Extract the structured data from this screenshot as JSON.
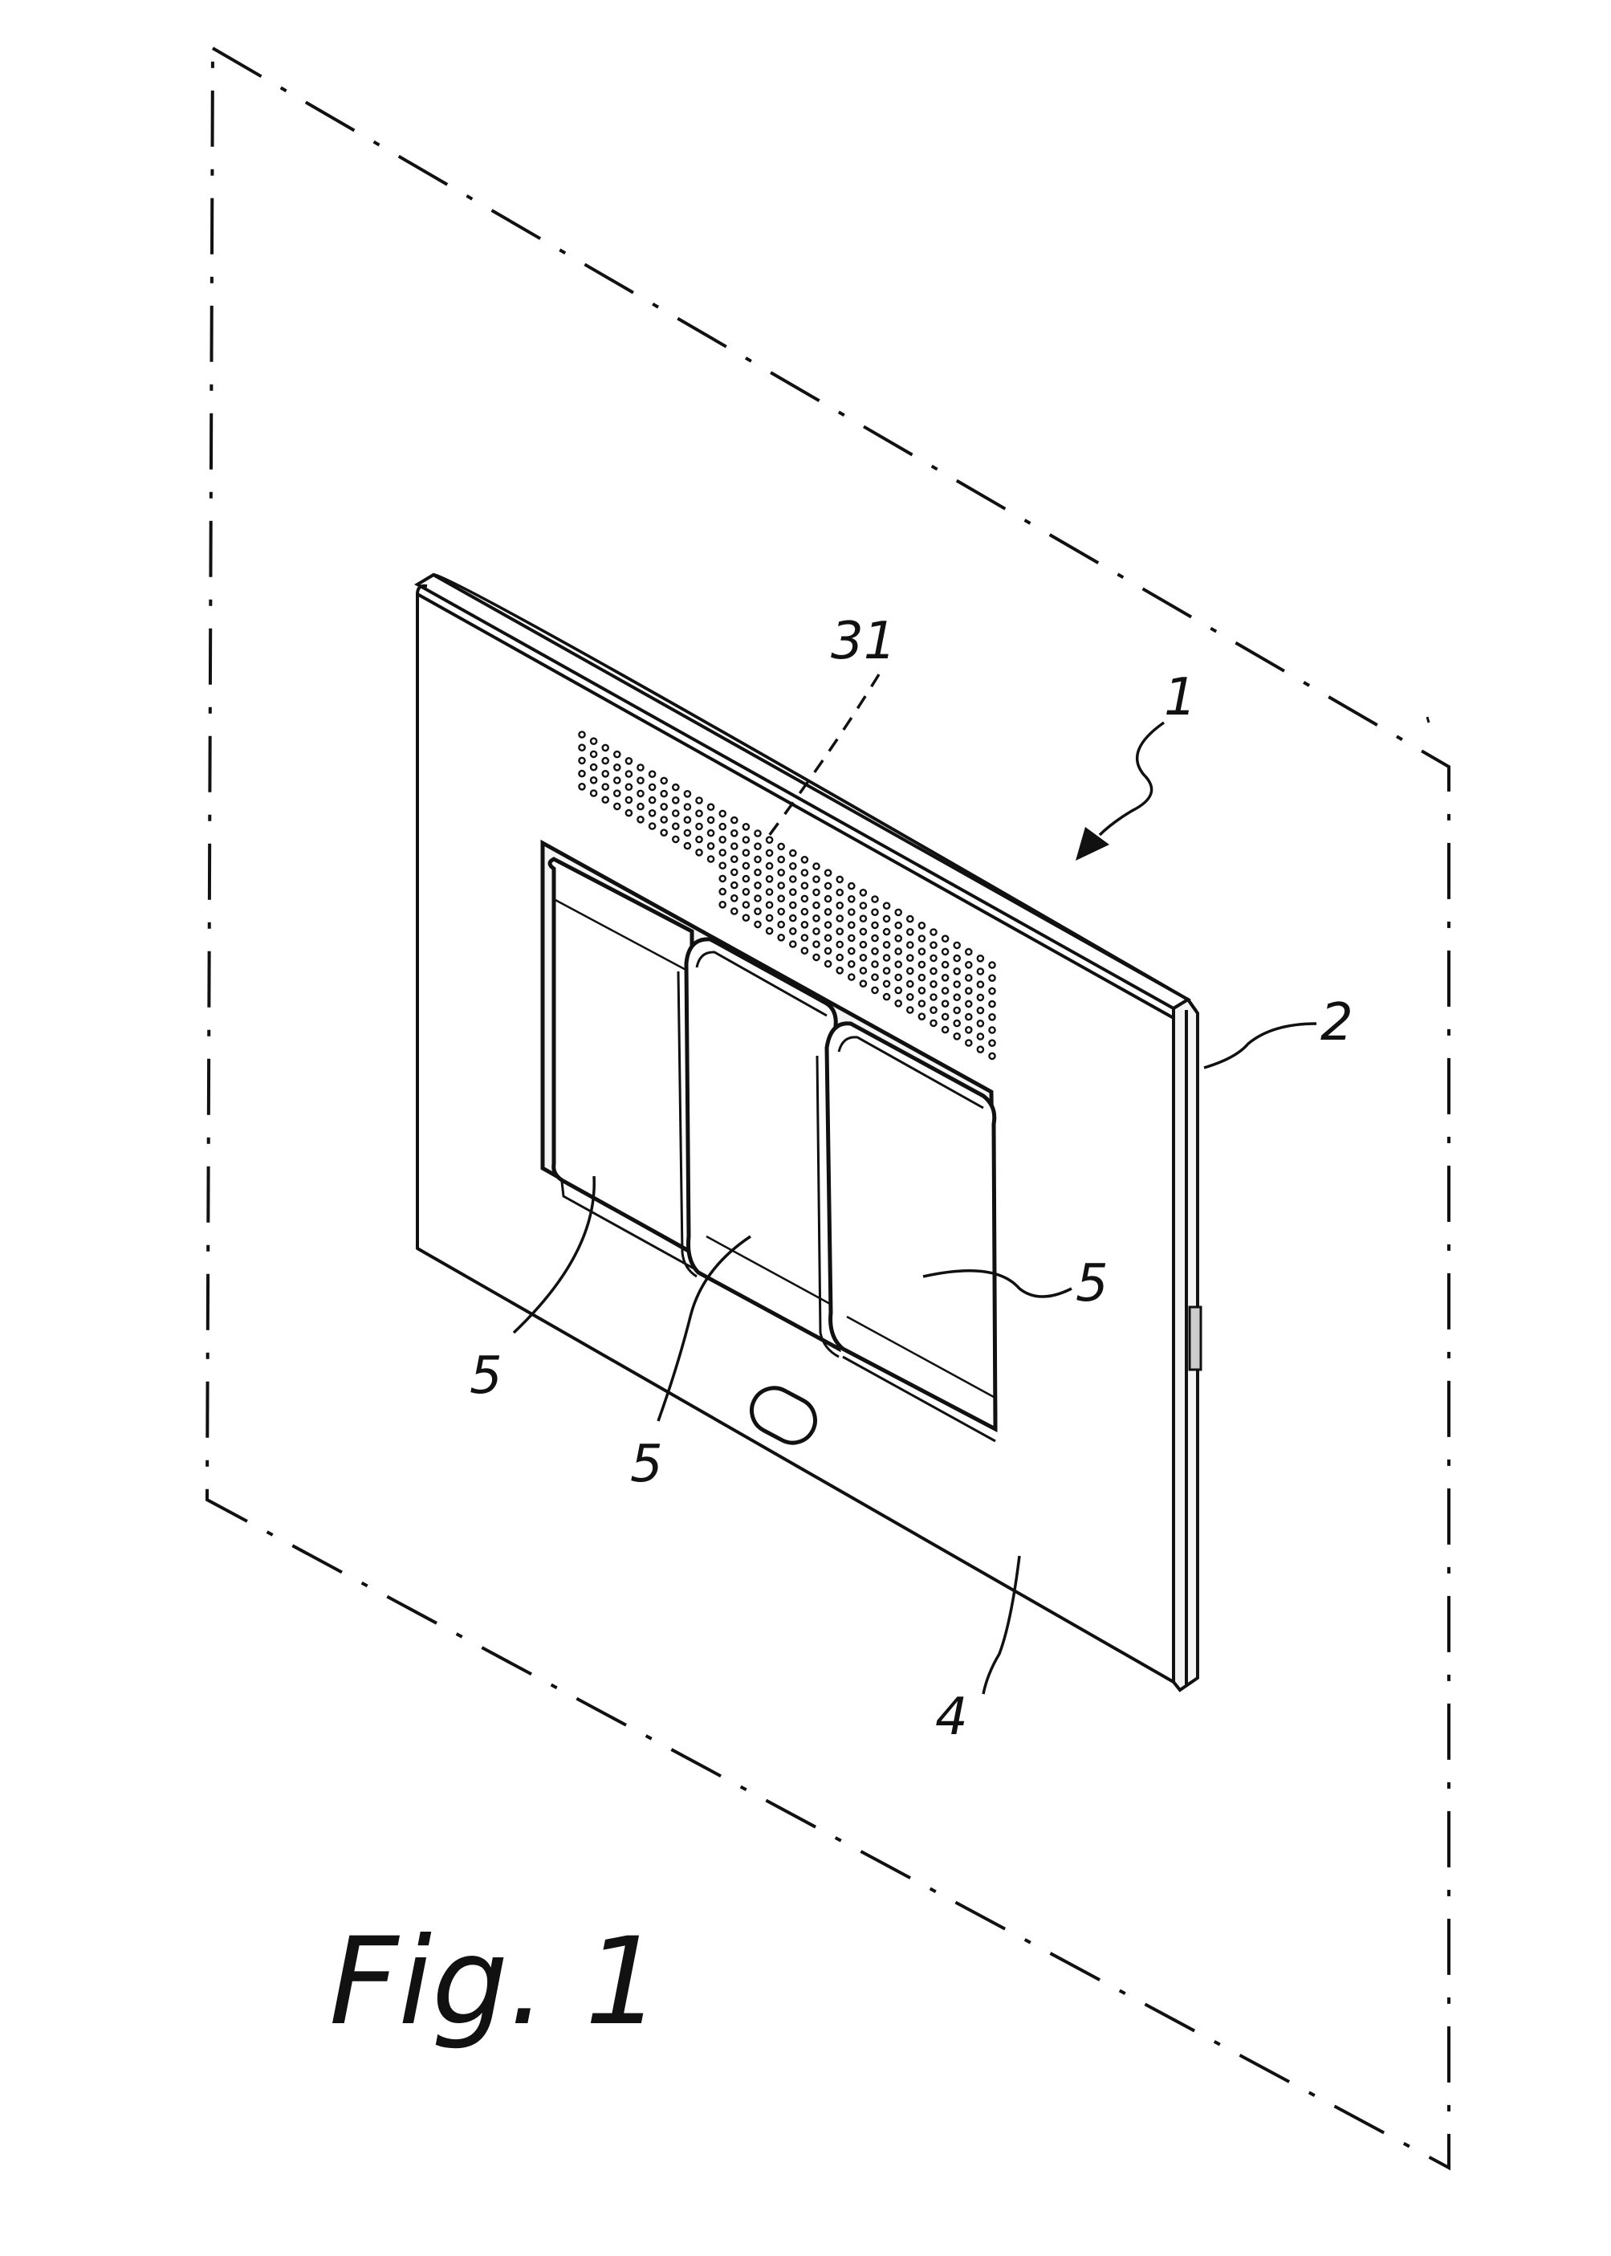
{
  "figure": {
    "caption": "Fig. 1",
    "labels": {
      "device": "1",
      "frame": "2",
      "cover_plate": "4",
      "perforations": "31",
      "button_left": "5",
      "button_center": "5",
      "button_right": "5"
    }
  },
  "colors": {
    "ink": "#111111",
    "paper": "#ffffff",
    "shade": "#e9e9e9"
  }
}
